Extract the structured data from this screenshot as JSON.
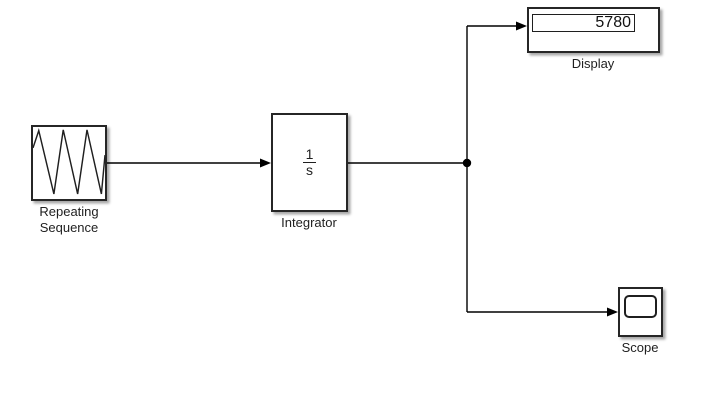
{
  "canvas": {
    "background_color": "#ffffff",
    "wire_color": "#000000",
    "block_border_color": "#262626",
    "block_fill_color": "#ffffff",
    "label_color": "#1f1f1f"
  },
  "blocks": {
    "repeating_sequence": {
      "label_line1": "Repeating",
      "label_line2": "Sequence",
      "icon": "sawtooth-waveform"
    },
    "integrator": {
      "label": "Integrator",
      "numerator": "1",
      "denominator": "s"
    },
    "display": {
      "label": "Display",
      "value": "5780"
    },
    "scope": {
      "label": "Scope",
      "icon": "scope-screen"
    }
  },
  "connections": [
    {
      "from": "repeating_sequence",
      "to": "integrator"
    },
    {
      "from": "integrator",
      "to": "display"
    },
    {
      "from": "integrator",
      "to": "scope"
    }
  ]
}
